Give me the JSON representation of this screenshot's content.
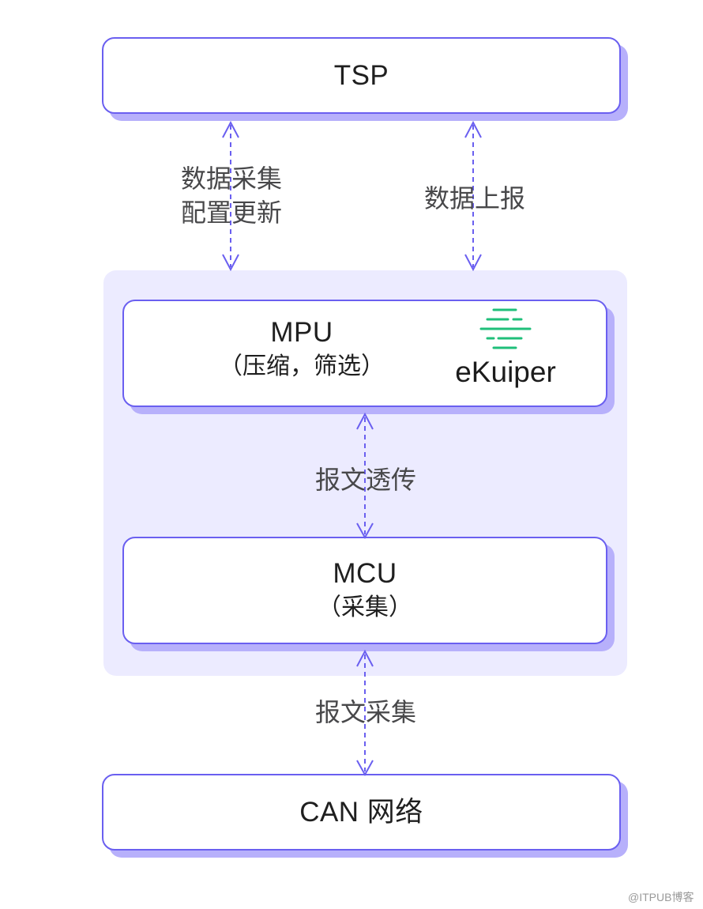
{
  "diagram": {
    "nodes": {
      "tsp": {
        "title": "TSP"
      },
      "mpu": {
        "title": "MPU",
        "subtitle": "（压缩，筛选）",
        "badge": {
          "icon": "ekuiper-logo-icon",
          "text": "eKuiper",
          "color": "#1fbf7a"
        }
      },
      "mcu": {
        "title": "MCU",
        "subtitle": "（采集）"
      },
      "can": {
        "title": "CAN 网络"
      }
    },
    "edges": [
      {
        "from": "tsp",
        "to": "mpu",
        "label_lines": [
          "数据采集",
          "配置更新"
        ],
        "style": "dashed",
        "direction": "bidirectional"
      },
      {
        "from": "tsp",
        "to": "mpu",
        "label_lines": [
          "数据上报"
        ],
        "style": "dashed",
        "direction": "bidirectional"
      },
      {
        "from": "mpu",
        "to": "mcu",
        "label_lines": [
          "报文透传"
        ],
        "style": "dashed",
        "direction": "bidirectional"
      },
      {
        "from": "mcu",
        "to": "can",
        "label_lines": [
          "报文采集"
        ],
        "style": "dashed",
        "direction": "bidirectional"
      }
    ],
    "group": {
      "contains": [
        "mpu",
        "mcu"
      ]
    }
  },
  "colors": {
    "node_border": "#6a5ff0",
    "node_shadow": "#b7b0fb",
    "group_fill": "#ecebff",
    "arrow": "#6a5ff0",
    "label_text": "#48484a",
    "ekuiper_green": "#1fbf7a"
  },
  "watermark": "@ITPUB博客"
}
